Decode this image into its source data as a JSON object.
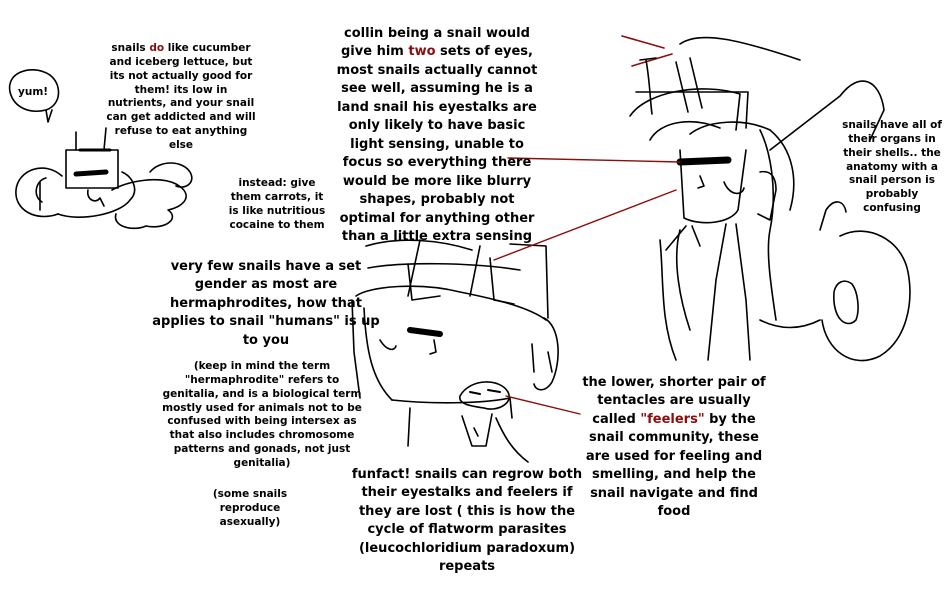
{
  "colors": {
    "ink": "#000000",
    "accent": "#8b0d0d",
    "background": "#ffffff"
  },
  "speech_bubble": {
    "text": "yum!"
  },
  "diet_note": {
    "pre": "snails ",
    "highlight": "do",
    "post": " like cucumber and iceberg lettuce, but its not actually good for them! its low in nutrients, and your snail can get addicted and will refuse to eat anything else"
  },
  "carrots_note": {
    "text": "instead: give them carrots, it is like nutritious cocaine to them"
  },
  "eyes_note": {
    "pre": "collin being a snail would give him ",
    "highlight": "two",
    "post": " sets of eyes, most snails actually cannot see well, assuming he is a land snail his eyestalks are only likely to have basic light sensing, unable to focus so everything there would be more like blurry shapes, probably not optimal for anything other than a little extra sensing"
  },
  "organs_note": {
    "text": "snails have all of their organs in their shells.. the anatomy with a snail person is probably confusing"
  },
  "gender_note": {
    "text": "very few snails have a set gender as most are hermaphrodites, how that applies to snail \"humans\" is up to you"
  },
  "term_note": {
    "text": "(keep in mind the term \"hermaphrodite\" refers to genitalia, and is a biological term mostly used for animals not to be confused with being intersex as that also includes chromosome patterns and gonads, not just genitalia)"
  },
  "asexual_note": {
    "text": "(some snails reproduce asexually)"
  },
  "feelers_note": {
    "pre": "the lower, shorter pair of tentacles are usually called ",
    "highlight": "\"feelers\"",
    "post": " by the snail community,  these are used for feeling and smelling, and help the snail navigate and find food"
  },
  "funfact_note": {
    "text": "funfact! snails can regrow both their eyestalks and feelers if they are lost ( this is how the cycle of flatworm parasites (leucochloridium paradoxum) repeats"
  },
  "icons": [
    "snail-character-drawing",
    "large-character-drawing",
    "head-closeup-drawing"
  ]
}
